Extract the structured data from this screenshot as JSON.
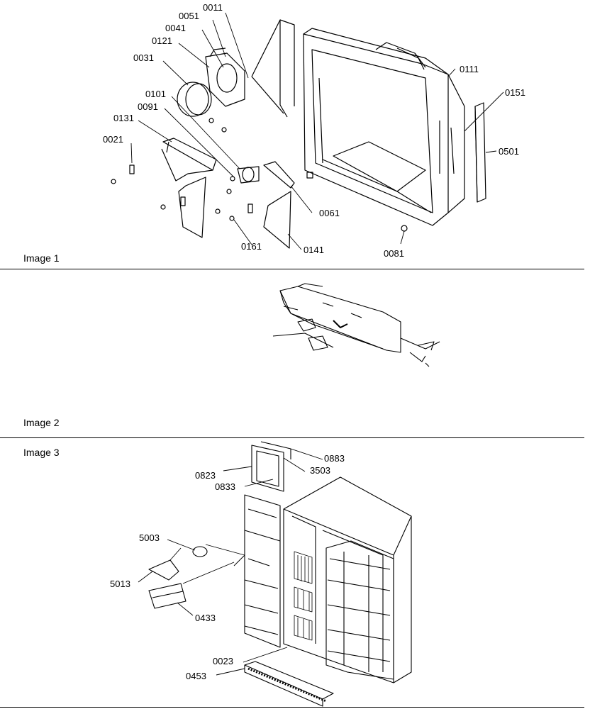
{
  "captions": {
    "image1": "Image 1",
    "image2": "Image 2",
    "image3": "Image 3"
  },
  "image1_callouts": {
    "c0011": "0011",
    "c0051": "0051",
    "c0041": "0041",
    "c0121": "0121",
    "c0031": "0031",
    "c0101": "0101",
    "c0091": "0091",
    "c0131": "0131",
    "c0021": "0021",
    "c0111": "0111",
    "c0151": "0151",
    "c0501": "0501",
    "c0061": "0061",
    "c0161": "0161",
    "c0141": "0141",
    "c0081": "0081"
  },
  "image3_callouts": {
    "c0883": "0883",
    "c3503": "3503",
    "c0823": "0823",
    "c0833": "0833",
    "c5003": "5003",
    "c5013": "5013",
    "c0433": "0433",
    "c0023": "0023",
    "c0453": "0453"
  }
}
